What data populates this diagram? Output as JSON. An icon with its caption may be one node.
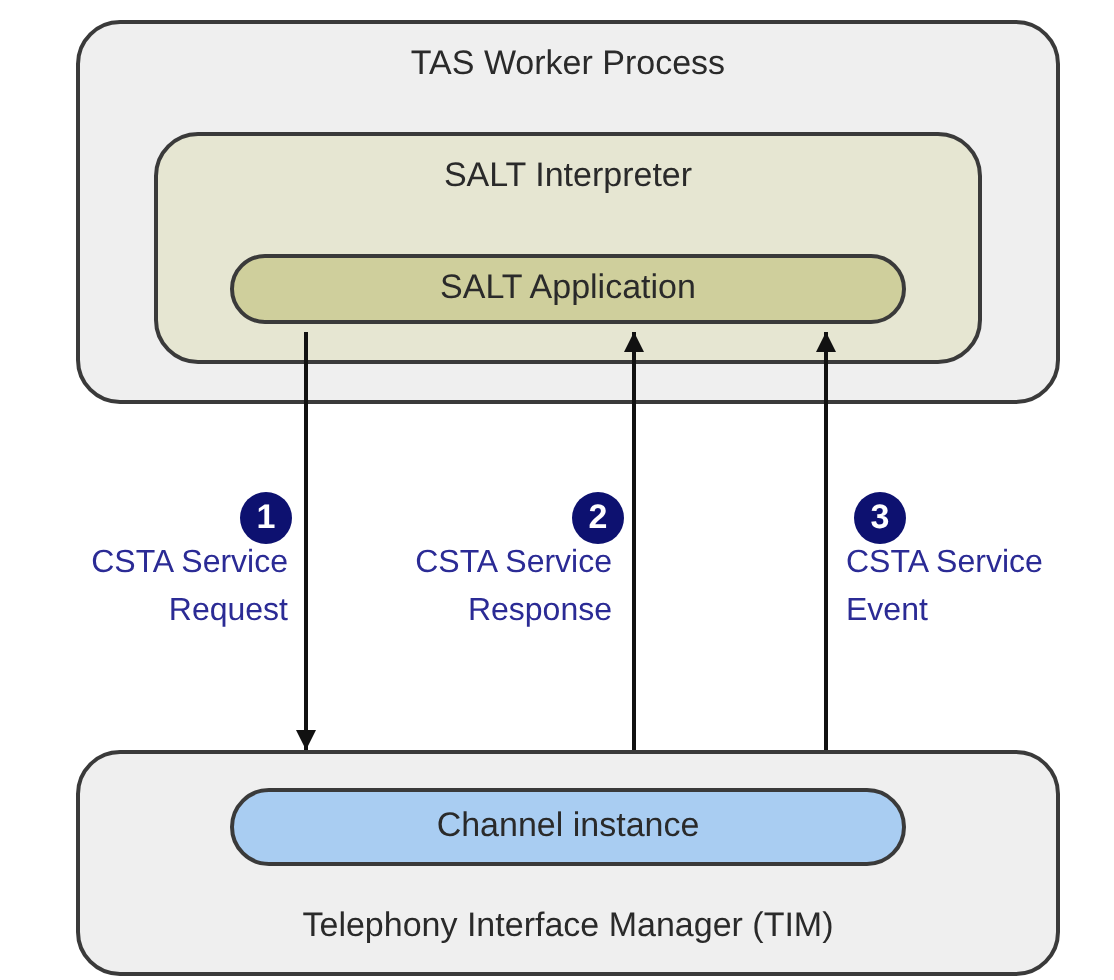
{
  "diagram": {
    "nodes": [
      {
        "text": [
          "TAS Worker Process"
        ]
      },
      {
        "text": [
          "SALT Interpreter"
        ],
        "in": 0
      },
      {
        "text": [
          "SALT Application"
        ],
        "in": 1
      },
      {
        "text": [
          "Telephony Interface Manager (TIM)"
        ]
      },
      {
        "text": [
          "Channel instance"
        ],
        "in": 3
      }
    ],
    "edges": [
      {
        "from": 2,
        "to": 3,
        "arrow": "to",
        "label": "CSTA Service Request"
      },
      {
        "from": 3,
        "to": 2,
        "arrow": "to",
        "label": "CSTA Service Response"
      },
      {
        "from": 3,
        "to": 2,
        "arrow": "to",
        "label": "CSTA Service Event"
      }
    ],
    "labels": [
      "1",
      "2",
      "3"
    ]
  }
}
